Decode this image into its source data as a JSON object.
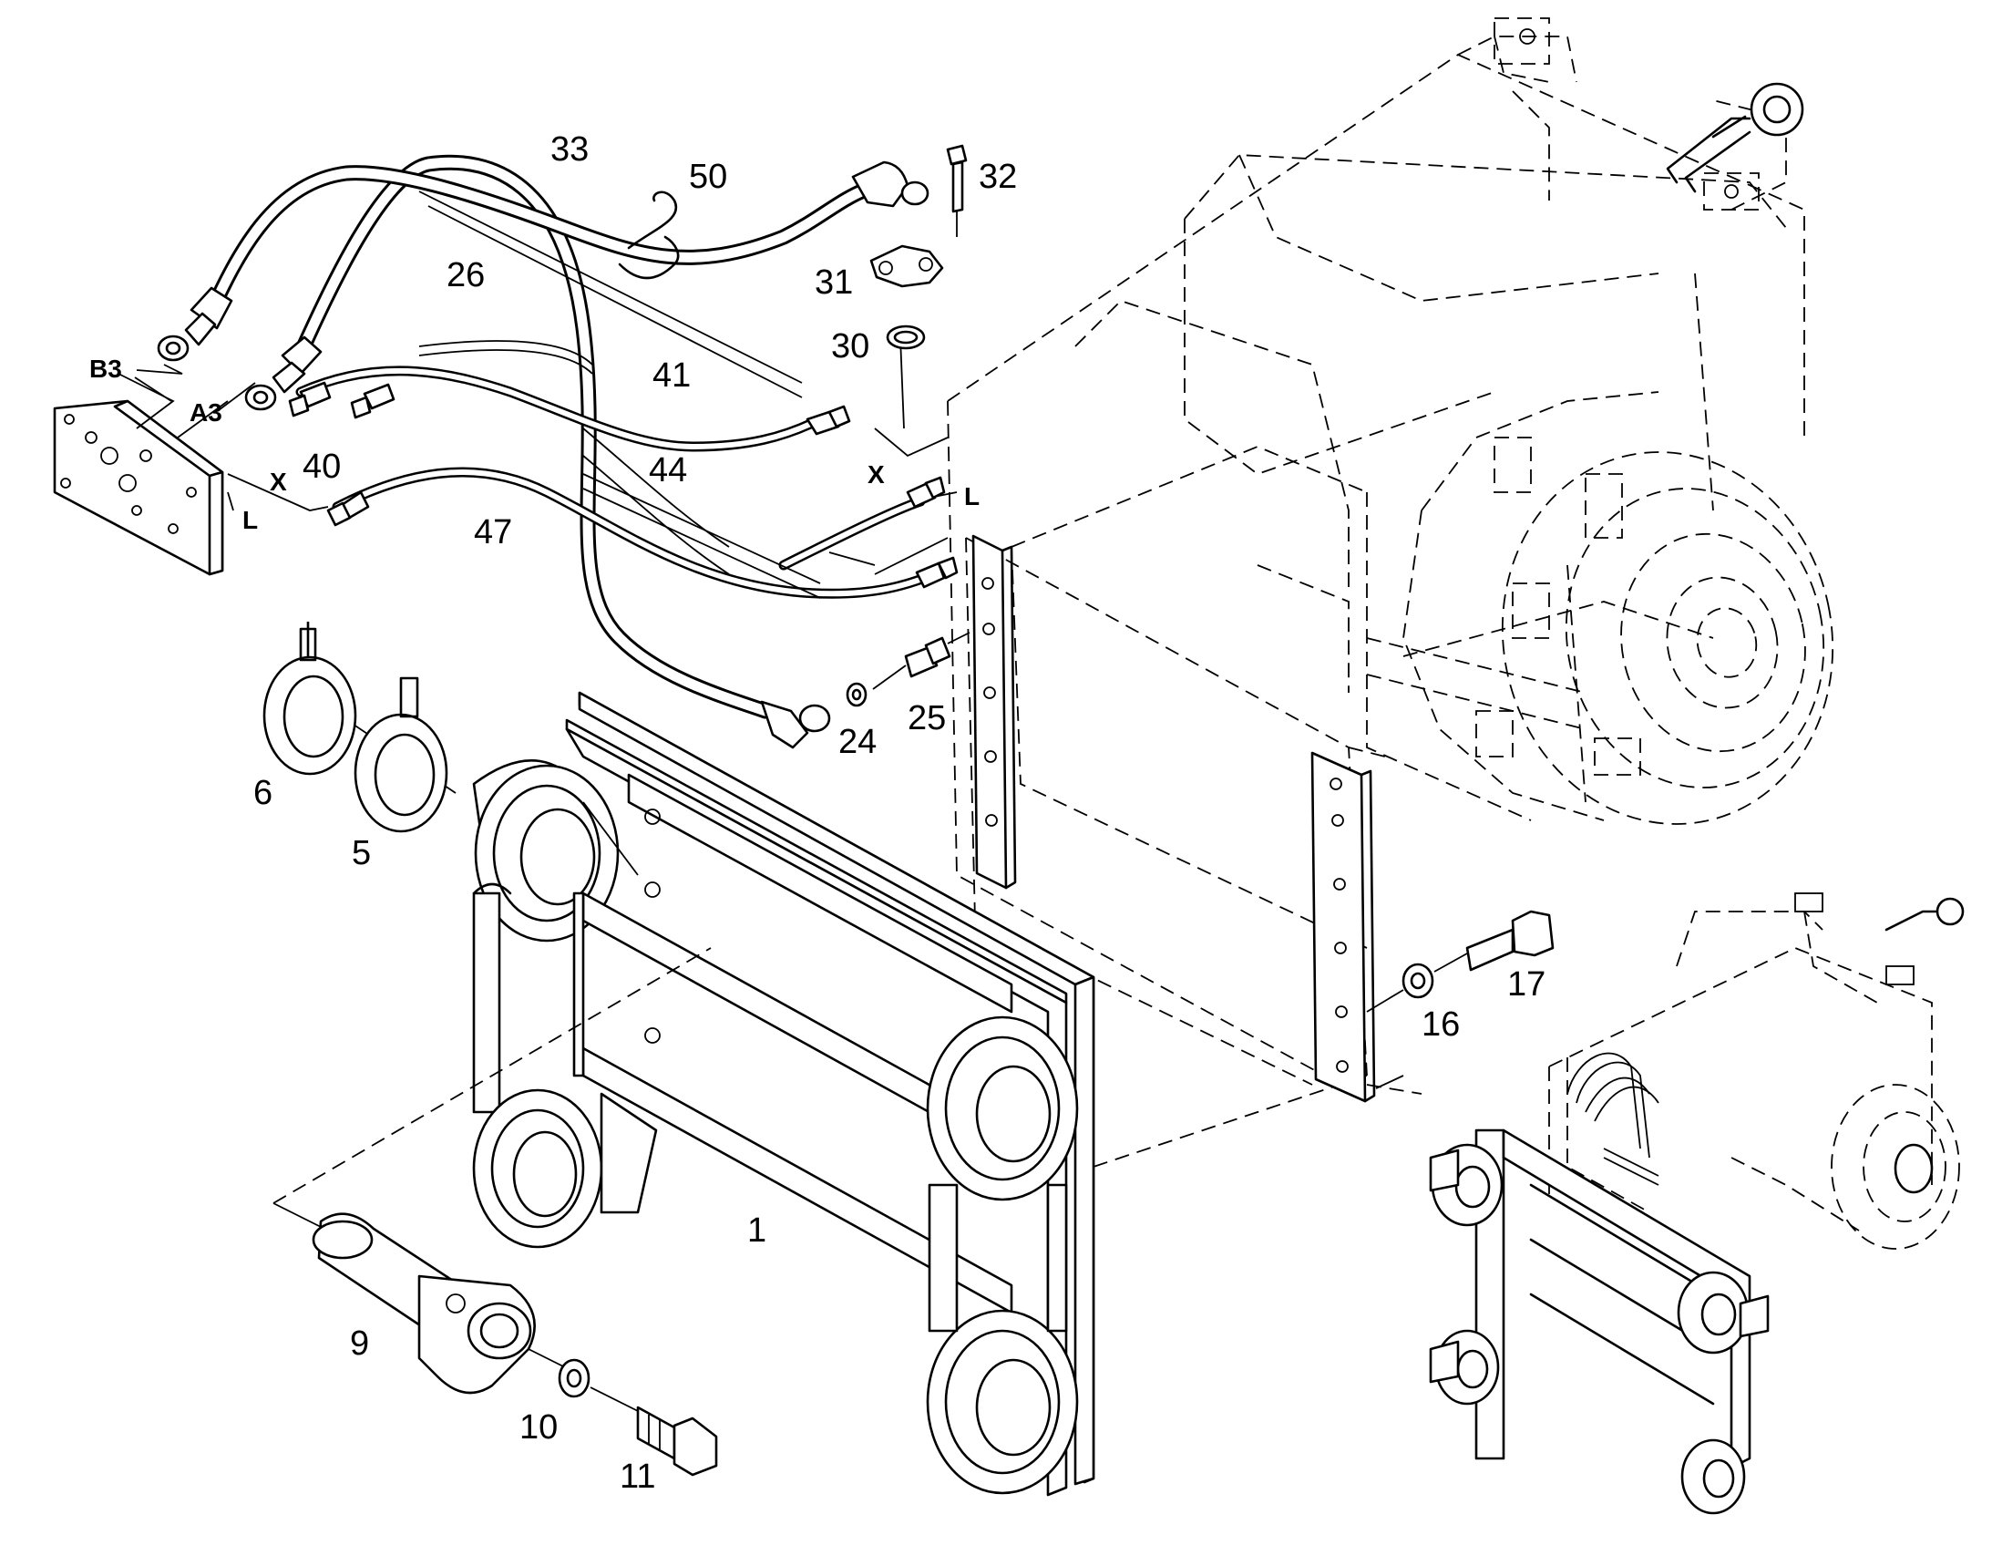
{
  "diagram": {
    "part_labels": {
      "p1": "1",
      "p5": "5",
      "p6": "6",
      "p9": "9",
      "p10": "10",
      "p11": "11",
      "p16": "16",
      "p17": "17",
      "p24": "24",
      "p25": "25",
      "p26": "26",
      "p30": "30",
      "p31": "31",
      "p32": "32",
      "p33": "33",
      "p40": "40",
      "p41": "41",
      "p44": "44",
      "p47": "47",
      "p50": "50"
    },
    "port_labels": {
      "b3": "B3",
      "a3": "A3",
      "x_left": "X",
      "l_left": "L",
      "x_right": "X",
      "l_right": "L"
    }
  }
}
